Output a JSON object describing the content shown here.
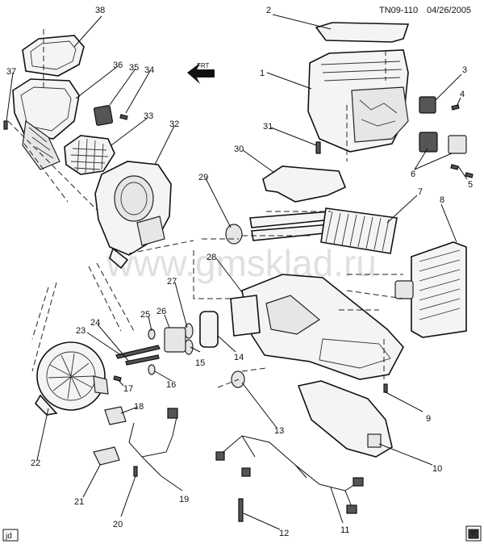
{
  "header": {
    "code": "TN09-110",
    "date": "04/26/2005"
  },
  "watermark": "www.gmsklad.ru",
  "arrow_label": "FRT",
  "footer": {
    "author_tag": "jd"
  },
  "callouts": [
    "1",
    "2",
    "3",
    "4",
    "5",
    "6",
    "7",
    "8",
    "9",
    "10",
    "11",
    "12",
    "13",
    "14",
    "15",
    "16",
    "17",
    "18",
    "19",
    "20",
    "21",
    "22",
    "23",
    "24",
    "25",
    "26",
    "27",
    "28",
    "29",
    "30",
    "31",
    "32",
    "33",
    "34",
    "35",
    "36",
    "37",
    "38"
  ]
}
